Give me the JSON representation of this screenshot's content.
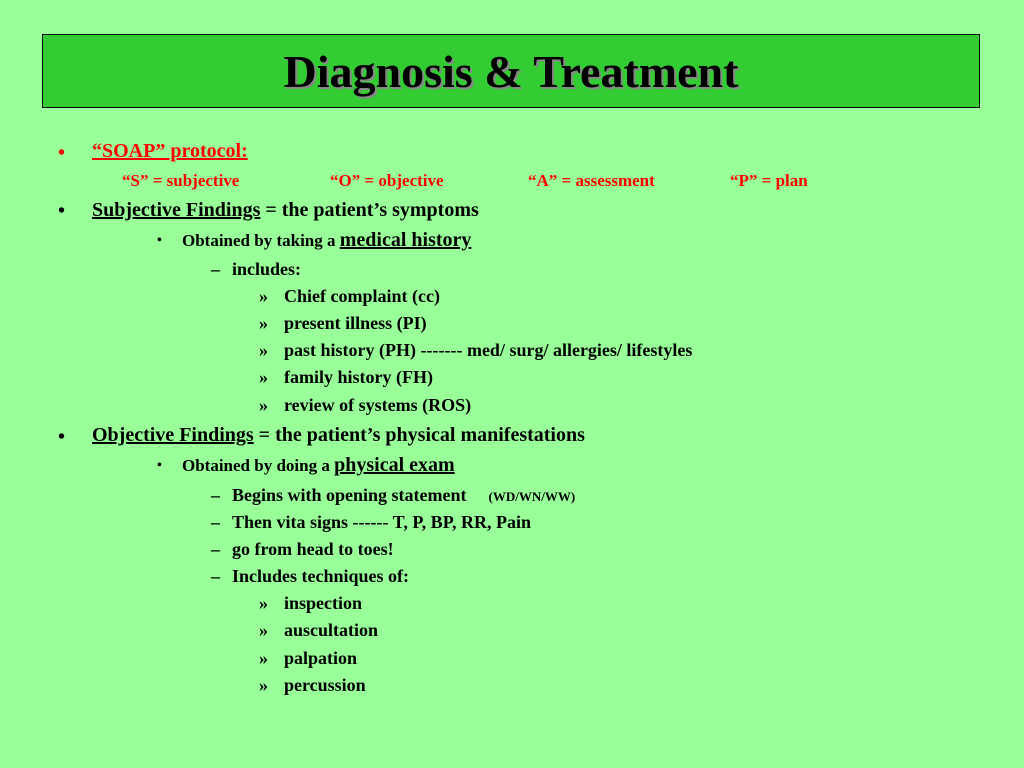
{
  "title": "Diagnosis & Treatment",
  "soap": {
    "bullet": "•",
    "heading": "“SOAP” protocol:",
    "items": [
      "“S” = subjective",
      "“O” = objective",
      "“A” = assessment",
      "“P” = plan"
    ]
  },
  "subjective": {
    "bullet": "•",
    "term": "Subjective Findings",
    "def": " = the patient’s symptoms",
    "sub_bullet": "•",
    "obtained_prefix": "Obtained by taking a ",
    "obtained_link": "medical history",
    "dash": "–",
    "includes": "includes:",
    "raquo": "»",
    "items": [
      "Chief complaint (cc)",
      "present illness (PI)",
      "past history (PH) ------- med/ surg/ allergies/ lifestyles",
      "family history (FH)",
      "review of systems (ROS)"
    ]
  },
  "objective": {
    "bullet": "•",
    "term": "Objective Findings",
    "def": " = the patient’s physical manifestations",
    "sub_bullet": "•",
    "obtained_prefix": "Obtained by doing a ",
    "obtained_link": "physical exam",
    "dash": "–",
    "steps": [
      "Begins with opening statement",
      "Then  vita signs ------ T, P, BP, RR, Pain",
      "go from head to toes!",
      "Includes techniques of:"
    ],
    "opening_note": "(WD/WN/WW)",
    "raquo": "»",
    "techniques": [
      "inspection",
      "auscultation",
      "palpation",
      "percussion"
    ]
  }
}
